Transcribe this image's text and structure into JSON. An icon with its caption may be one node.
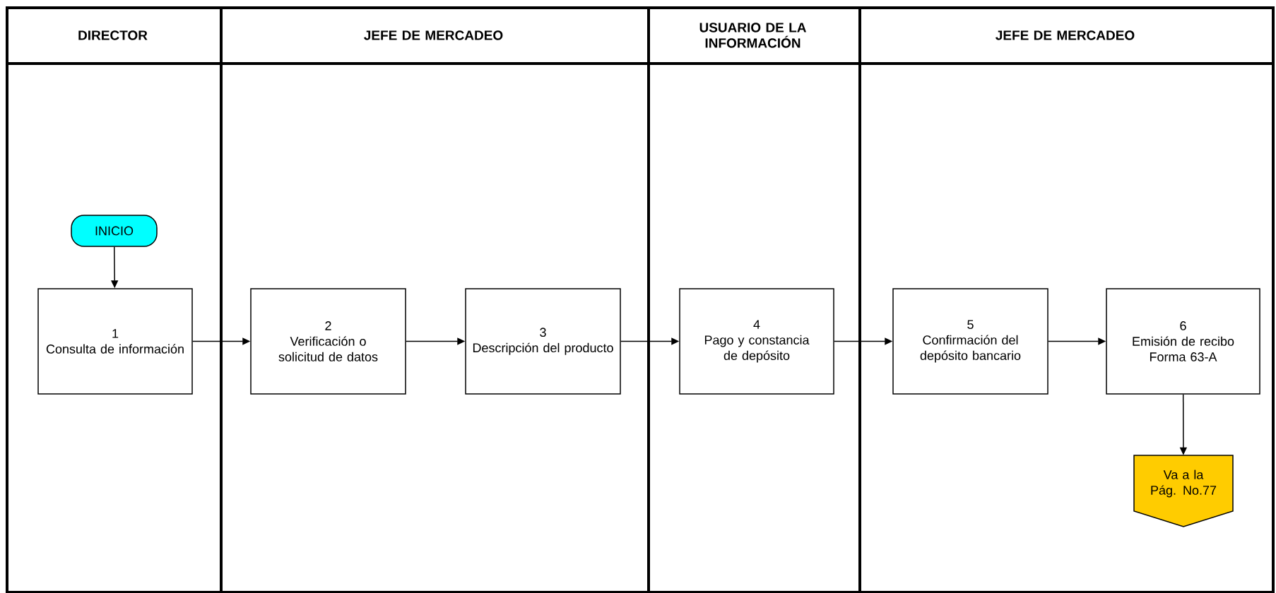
{
  "diagram": {
    "nodes": [
      {
        "text": [
          "DIRECTOR"
        ]
      },
      {
        "text": [
          "JEFE DE MERCADEO"
        ]
      },
      {
        "text": [
          "USUARIO DE LA INFORMACIÓN"
        ]
      },
      {
        "text": [
          "JEFE DE MERCADEO"
        ]
      },
      {
        "text": [
          "INICIO"
        ],
        "in": 0
      },
      {
        "text": [
          "1",
          "Consulta  de información"
        ],
        "in": 0
      },
      {
        "text": [
          "2",
          "Verificación o solicitud de datos"
        ],
        "in": 1
      },
      {
        "text": [
          "3",
          "Descripción del producto"
        ],
        "in": 1
      },
      {
        "text": [
          "4",
          "Pago y constancia de depósito"
        ],
        "in": 2
      },
      {
        "text": [
          "5",
          "Confirmación del depósito bancario"
        ],
        "in": 3
      },
      {
        "text": [
          "6",
          "Emisión de recibo Forma 63-A"
        ],
        "in": 3
      },
      {
        "text": [
          "Va a la Pág. No.77"
        ],
        "in": 3
      }
    ],
    "edges": [
      {
        "from": 4,
        "to": 5,
        "arrow": "to"
      },
      {
        "from": 5,
        "to": 6,
        "arrow": "to"
      },
      {
        "from": 6,
        "to": 7,
        "arrow": "to"
      },
      {
        "from": 7,
        "to": 8,
        "arrow": "to"
      },
      {
        "from": 8,
        "to": 9,
        "arrow": "to"
      },
      {
        "from": 9,
        "to": 10,
        "arrow": "to"
      },
      {
        "from": 10,
        "to": 11,
        "arrow": "to"
      }
    ]
  }
}
